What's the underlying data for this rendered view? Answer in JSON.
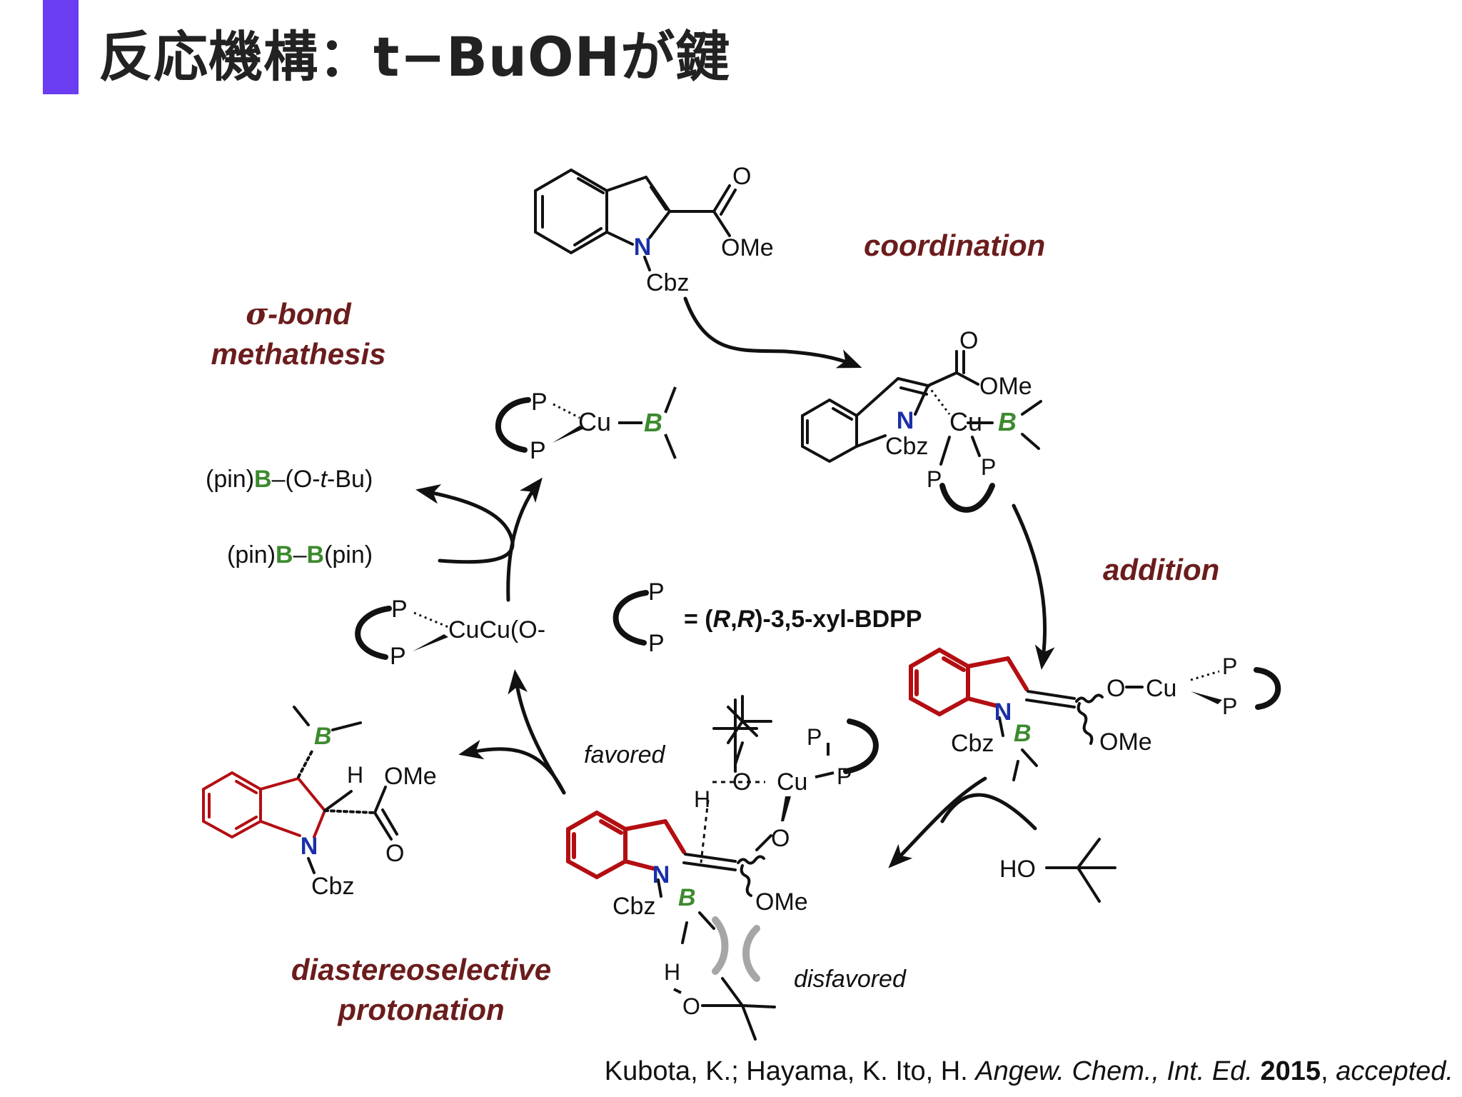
{
  "slide": {
    "title": "反応機構：t−BuOHが鍵",
    "accent_color": "#6a3df0"
  },
  "steps": {
    "coordination": "coordination",
    "addition": "addition",
    "sigma_prefix": "σ",
    "sigma_bond": "-bond",
    "methathesis": "methathesis",
    "diastereoselective": "diastereoselective",
    "protonation": "protonation",
    "step_color": "#6b1c1c"
  },
  "atoms": {
    "N": "N",
    "B": "B",
    "P": "P",
    "O": "O",
    "H": "H",
    "Cu": "Cu",
    "OMe": "OMe",
    "Cbz": "Cbz",
    "HO": "HO",
    "nitrogen_color": "#1a2fa8",
    "boron_color": "#3c8a2e",
    "indoline_color": "#b30e12"
  },
  "species": {
    "cu_otbu": "Cu(O-",
    "t": "t",
    "bu_close": "-Bu)",
    "pinb_open": "(pin)",
    "otbu_open": "–(O-",
    "dash": "–",
    "pin_close": "(pin)"
  },
  "legend": {
    "ligand_prefix": "= (",
    "R": "R",
    "comma": ",",
    "ligand_suffix": ")-3,5-xyl-BDPP"
  },
  "notes": {
    "favored": "favored",
    "disfavored": "disfavored"
  },
  "citation": {
    "authors": "Kubota, K.; Hayama, K. Ito, H. ",
    "journal": "Angew. Chem., Int. Ed.",
    "space": " ",
    "year": "2015",
    "sep": ", ",
    "status": "accepted."
  }
}
